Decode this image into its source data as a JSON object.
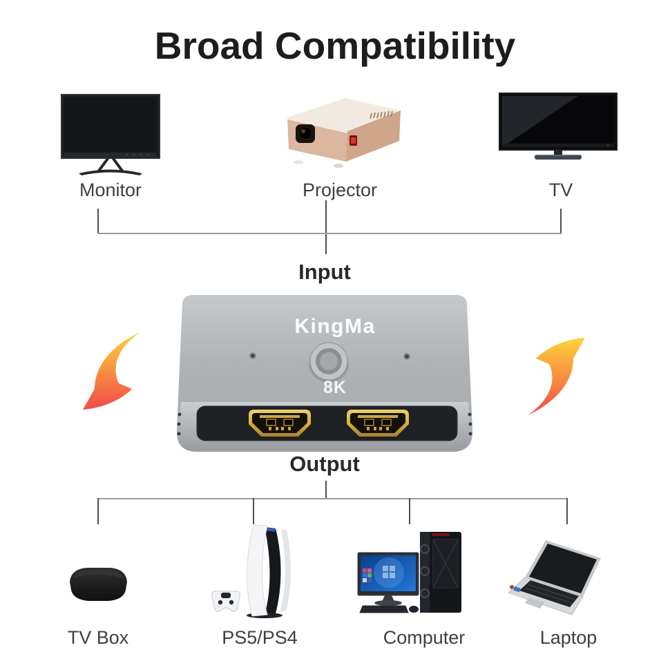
{
  "title": "Broad Compatibility",
  "input_section": {
    "label": "Input",
    "devices": [
      {
        "name": "Monitor",
        "icon": "monitor-icon"
      },
      {
        "name": "Projector",
        "icon": "projector-icon"
      },
      {
        "name": "TV",
        "icon": "tv-icon"
      }
    ]
  },
  "switch": {
    "brand": "KingMa",
    "badge": "8K",
    "hdmi_ports_visible": 2
  },
  "output_section": {
    "label": "Output",
    "devices": [
      {
        "name": "TV Box",
        "icon": "tv-box-icon"
      },
      {
        "name": "PS5/PS4",
        "icon": "game-console-icon"
      },
      {
        "name": "Computer",
        "icon": "desktop-computer-icon"
      },
      {
        "name": "Laptop",
        "icon": "laptop-icon"
      }
    ]
  },
  "colors": {
    "background": "#ffffff",
    "title_text": "#1d1d1d",
    "label_text": "#3f4042",
    "connector_line": "#9c9c9c",
    "arrow_gradient_top": "#fcd33a",
    "arrow_gradient_middle": "#f79041",
    "arrow_gradient_bottom": "#f14b49",
    "switch_body_silver": "#b2b6b9",
    "switch_panel_black": "#1f2023",
    "hdmi_gold": "#d9b23a"
  }
}
